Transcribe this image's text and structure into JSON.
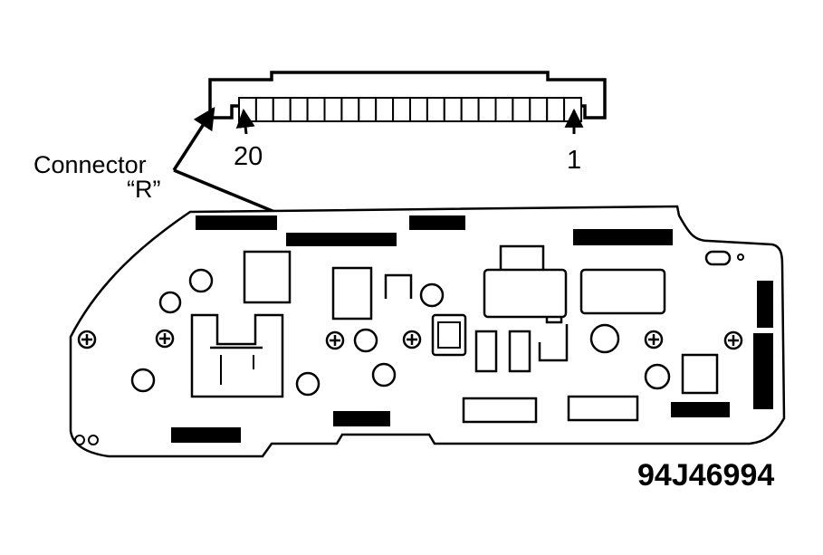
{
  "diagram": {
    "connector_label_line1": "Connector",
    "connector_label_line2": "“R”",
    "pin_first": "20",
    "pin_last": "1",
    "figure_id": "94J46994",
    "connector_pin_count": 20
  }
}
